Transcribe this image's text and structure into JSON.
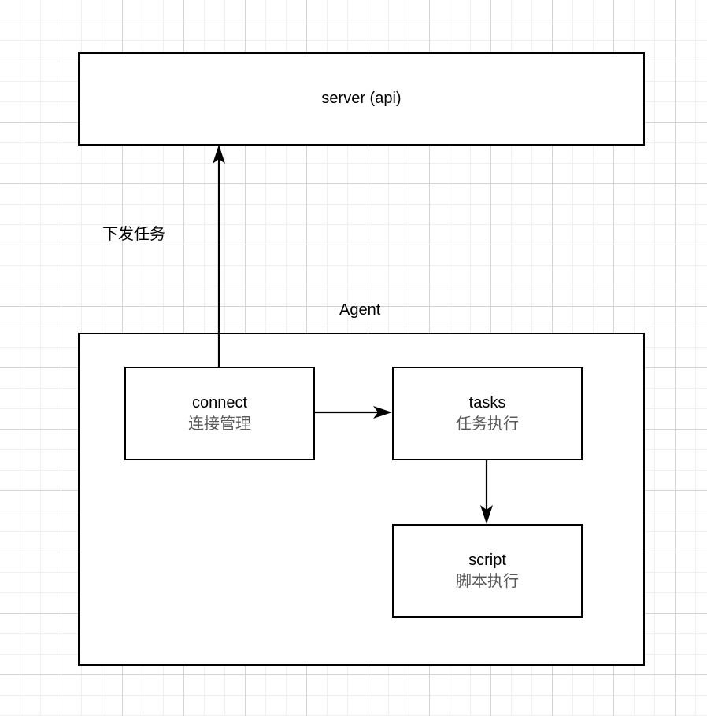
{
  "diagram": {
    "type": "architecture-block-diagram",
    "background": {
      "grid": true,
      "minor_grid_color": "#f0f0f0",
      "major_grid_color": "#d4d4d4",
      "page_color": "#ffffff"
    },
    "colors": {
      "stroke": "#000000",
      "title_text": "#000000",
      "subtitle_text": "#5a5a5a"
    },
    "nodes": [
      {
        "id": "server",
        "title": "server (api)",
        "subtitle": ""
      },
      {
        "id": "agent",
        "title": "Agent",
        "subtitle": ""
      },
      {
        "id": "connect",
        "title": "connect",
        "subtitle": "连接管理"
      },
      {
        "id": "tasks",
        "title": "tasks",
        "subtitle": "任务执行"
      },
      {
        "id": "script",
        "title": "script",
        "subtitle": "脚本执行"
      }
    ],
    "edges": [
      {
        "id": "connect-to-server",
        "from": "connect",
        "to": "server",
        "label": "下发任务",
        "direction": "up"
      },
      {
        "id": "connect-to-tasks",
        "from": "connect",
        "to": "tasks",
        "label": "",
        "direction": "right"
      },
      {
        "id": "tasks-to-script",
        "from": "tasks",
        "to": "script",
        "label": "",
        "direction": "down"
      }
    ]
  }
}
